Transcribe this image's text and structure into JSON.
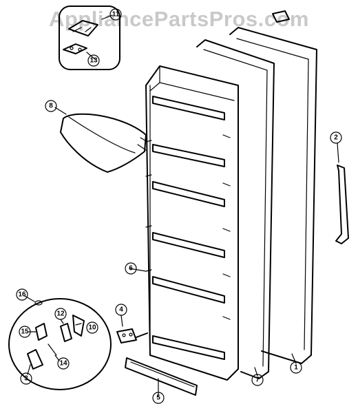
{
  "watermark": "AppliancePartsPros.com",
  "callouts": {
    "c1": "1",
    "c2": "2",
    "c3": "3",
    "c4": "4",
    "c5": "5",
    "c6": "6",
    "c7": "7",
    "c8": "8",
    "c10": "10",
    "c11": "11",
    "c12": "12",
    "c13": "13",
    "c14": "14",
    "c15": "15",
    "c16": "16"
  }
}
